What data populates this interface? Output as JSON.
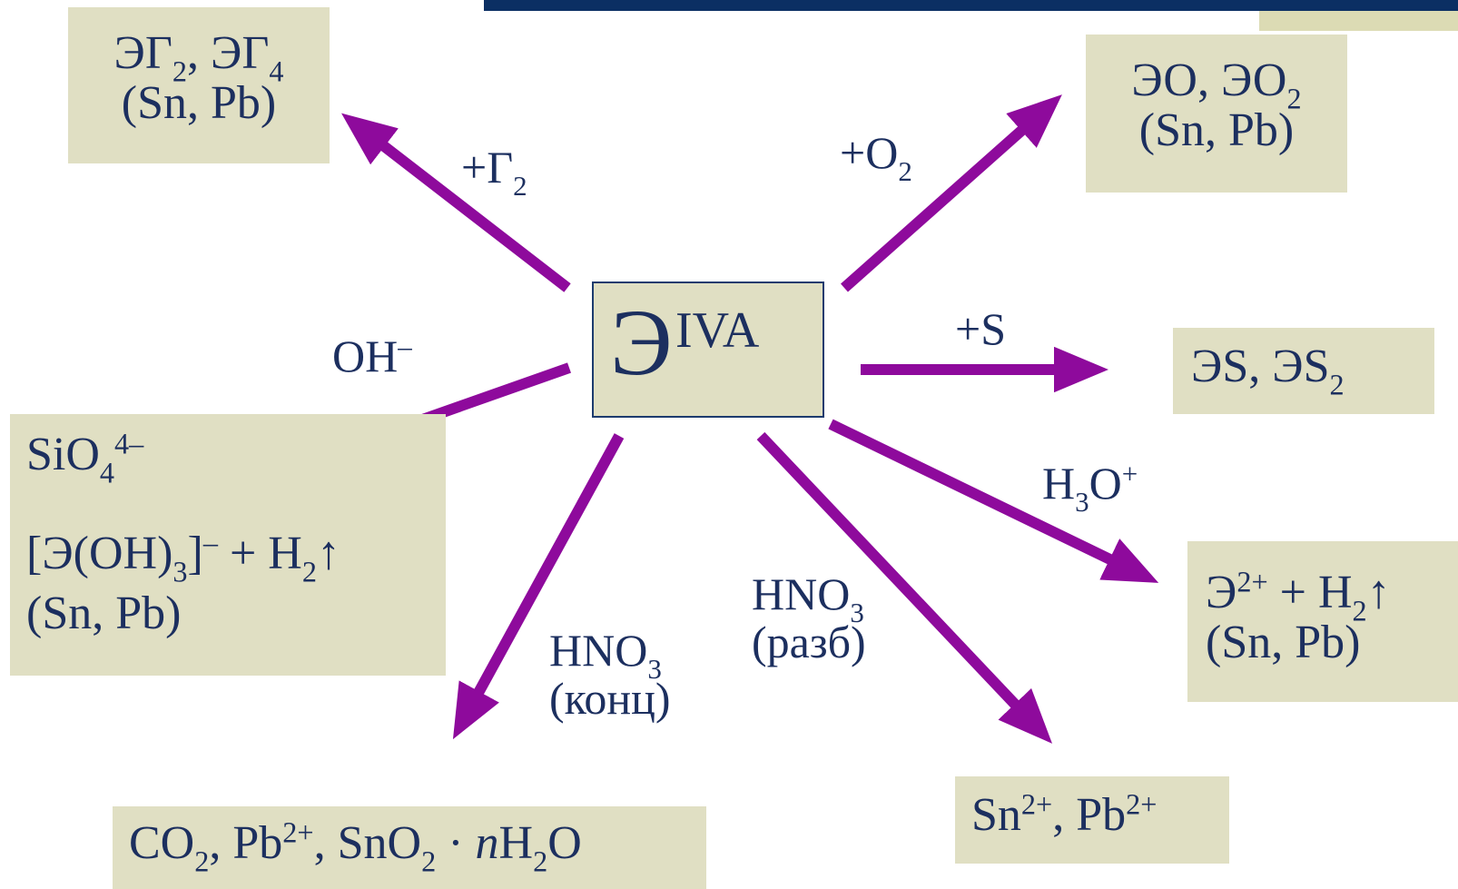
{
  "colors": {
    "arrow": "#8e0a9c",
    "box_fill": "#e0dfc3",
    "text": "#1c2f5f",
    "top_bar": "#0b2f63"
  },
  "center": {
    "symbol": "Э",
    "sup": "IVA"
  },
  "boxes": {
    "halides": {
      "l1a": "ЭГ",
      "l1a_sub": "2",
      "l1b": ", ЭГ",
      "l1b_sub": "4",
      "l2": "(Sn, Pb)"
    },
    "oxides": {
      "l1a": "ЭО, ЭО",
      "l1a_sub": "2",
      "l2": "(Sn, Pb)"
    },
    "sulfides": {
      "l1a": "ЭS, ЭS",
      "l1a_sub": "2"
    },
    "alkali": {
      "l1a": "SiO",
      "l1a_sub": "4",
      "l1a_sup": "4–",
      "l2a": "[Э(OH)",
      "l2a_sub": "3",
      "l2b": "]",
      "l2b_sup": "–",
      "l2c": " + H",
      "l2c_sub": "2",
      "l2d": "↑",
      "l3": "(Sn, Pb)"
    },
    "acid": {
      "l1a": "Э",
      "l1a_sup": "2+",
      "l1b": " + H",
      "l1b_sub": "2",
      "l1c": "↑",
      "l2": "(Sn, Pb)"
    },
    "dilute": {
      "l1a": "Sn",
      "l1a_sup": "2+",
      "l1b": ", Pb",
      "l1b_sup": "2+"
    },
    "conc": {
      "l1a": "CO",
      "l1a_sub": "2",
      "l1b": ", Pb",
      "l1b_sup": "2+",
      "l1c": ", SnO",
      "l1c_sub": "2",
      "l1d": " · ",
      "l1e": "n",
      "l1f": "H",
      "l1f_sub": "2",
      "l1g": "O"
    }
  },
  "labels": {
    "halogen": {
      "a": "+Г",
      "a_sub": "2"
    },
    "oxygen": {
      "a": "+O",
      "a_sub": "2"
    },
    "sulfur": {
      "a": "+S"
    },
    "hydroxide": {
      "a": "OH",
      "a_sup": "–"
    },
    "hydronium": {
      "a": "H",
      "a_sub": "3",
      "b": "O",
      "b_sup": "+"
    },
    "nitric_dilute": {
      "a": "HNO",
      "a_sub": "3",
      "b": "(разб)"
    },
    "nitric_conc": {
      "a": "HNO",
      "a_sub": "3",
      "b": "(конц)"
    }
  }
}
